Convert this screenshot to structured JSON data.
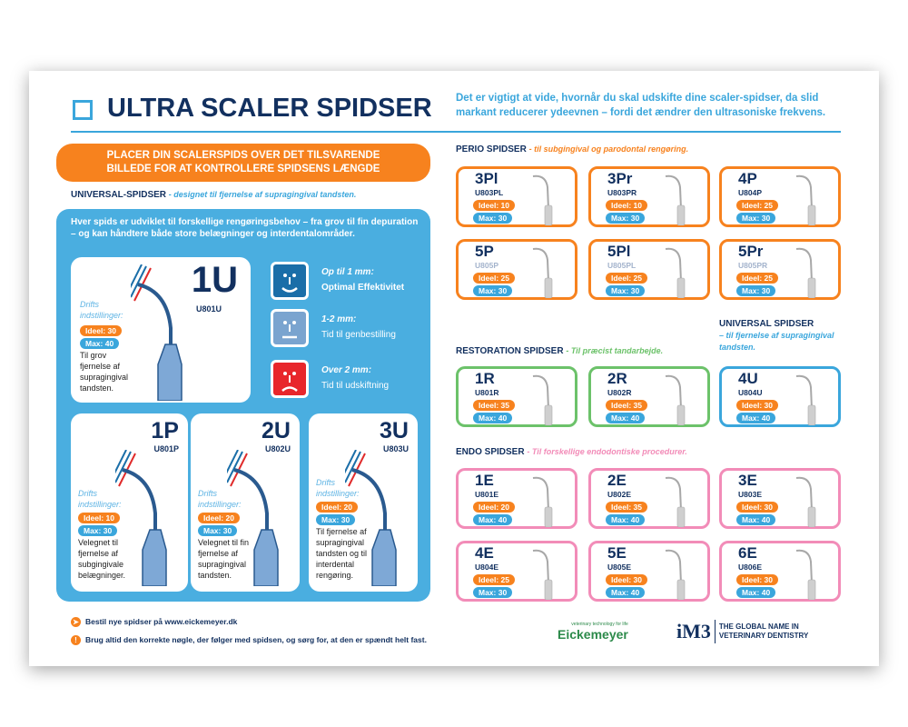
{
  "title": "ULTRA SCALER SPIDSER",
  "intro": "Det er vigtigt at vide, hvornår du skal udskifte dine scaler-spidser, da slid markant reducerer ydeevnen – fordi det ændrer den ultrasoniske frekvens.",
  "banner": {
    "line1": "PLACER DIN SCALERSPIDS OVER DET TILSVARENDE",
    "line2": "BILLEDE FOR AT KONTROLLERE SPIDSENS LÆNGDE"
  },
  "universal_left": {
    "heading": "UNIVERSAL-SPIDSER",
    "sub": "- designet til fjernelse af supragingival tandsten.",
    "box_text": "Hver spids er udviklet til forskellige rengøringsbehov – fra grov til fin depuration – og kan håndtere både store belægninger og interdentalområder.",
    "drifts": "Drifts indstillinger:",
    "cards": [
      {
        "name": "1U",
        "code": "U801U",
        "ideal": "Ideel: 30",
        "max": "Max: 40",
        "desc": "Til grov fjernelse af supragingival tandsten."
      },
      {
        "name": "1P",
        "code": "U801P",
        "ideal": "Ideel: 10",
        "max": "Max: 30",
        "desc": "Velegnet til fjernelse af subgingivale belægninger."
      },
      {
        "name": "2U",
        "code": "U802U",
        "ideal": "Ideel: 20",
        "max": "Max: 30",
        "desc": "Velegnet til fin fjernelse af supragingival tandsten."
      },
      {
        "name": "3U",
        "code": "U803U",
        "ideal": "Ideel: 20",
        "max": "Max: 30",
        "desc": "Til fjernelse af supragingival tandsten og til interdental rengøring."
      }
    ],
    "wear": [
      {
        "range": "Op til 1 mm:",
        "label": "Optimal Effektivitet",
        "color": "#1a6ea8",
        "icon": "happy-face-icon"
      },
      {
        "range": "1-2 mm:",
        "label": "Tid til genbestilling",
        "color": "#7aa4cf",
        "icon": "neutral-face-icon"
      },
      {
        "range": "Over 2 mm:",
        "label": "Tid til udskiftning",
        "color": "#e8262b",
        "icon": "sad-face-icon"
      }
    ]
  },
  "perio": {
    "heading": "PERIO SPIDSER",
    "sub": "- til subgingival og parodontal rengøring.",
    "color": "#f7821e",
    "tips": [
      {
        "name": "3Pl",
        "code": "U803PL",
        "ideal": "Ideel: 10",
        "max": "Max: 30"
      },
      {
        "name": "3Pr",
        "code": "U803PR",
        "ideal": "Ideel: 10",
        "max": "Max: 30"
      },
      {
        "name": "4P",
        "code": "U804P",
        "ideal": "Ideel: 25",
        "max": "Max: 30"
      },
      {
        "name": "5P",
        "code": "U805P",
        "ideal": "Ideel: 25",
        "max": "Max: 30"
      },
      {
        "name": "5Pl",
        "code": "U805PL",
        "ideal": "Ideel: 25",
        "max": "Max: 30"
      },
      {
        "name": "5Pr",
        "code": "U805PR",
        "ideal": "Ideel: 25",
        "max": "Max: 30"
      }
    ]
  },
  "restoration": {
    "heading": "RESTORATION SPIDSER",
    "sub": "- Til præcist tandarbejde.",
    "color": "#6cc26a",
    "tips": [
      {
        "name": "1R",
        "code": "U801R",
        "ideal": "Ideel: 35",
        "max": "Max: 40"
      },
      {
        "name": "2R",
        "code": "U802R",
        "ideal": "Ideel: 35",
        "max": "Max: 40"
      }
    ]
  },
  "universal_right": {
    "heading": "UNIVERSAL SPIDSER",
    "sub": "– til fjernelse af supragingival tandsten.",
    "color": "#3aa6dc",
    "tips": [
      {
        "name": "4U",
        "code": "U804U",
        "ideal": "Ideel: 30",
        "max": "Max: 40"
      }
    ]
  },
  "endo": {
    "heading": "ENDO SPIDSER",
    "sub": "- Til forskellige endodontiske procedurer.",
    "color": "#f28cb8",
    "tips": [
      {
        "name": "1E",
        "code": "U801E",
        "ideal": "Ideel: 20",
        "max": "Max: 40"
      },
      {
        "name": "2E",
        "code": "U802E",
        "ideal": "Ideel: 35",
        "max": "Max: 40"
      },
      {
        "name": "3E",
        "code": "U803E",
        "ideal": "Ideel: 30",
        "max": "Max: 40"
      },
      {
        "name": "4E",
        "code": "U804E",
        "ideal": "Ideel: 25",
        "max": "Max: 30"
      },
      {
        "name": "5E",
        "code": "U805E",
        "ideal": "Ideel: 30",
        "max": "Max: 40"
      },
      {
        "name": "6E",
        "code": "U806E",
        "ideal": "Ideel: 30",
        "max": "Max: 40"
      }
    ]
  },
  "footer": {
    "order": "Bestil nye spidser på www.eickemeyer.dk",
    "warning": "Brug altid den korrekte nøgle, der følger med spidsen, og sørg for, at den er spændt helt fast."
  },
  "logos": {
    "eickemeyer": "Eickemeyer",
    "eickemeyer_tag": "veterinary technology for life",
    "im3": "iM3",
    "im3_tag1": "THE GLOBAL NAME IN",
    "im3_tag2": "VETERINARY DENTISTRY"
  }
}
